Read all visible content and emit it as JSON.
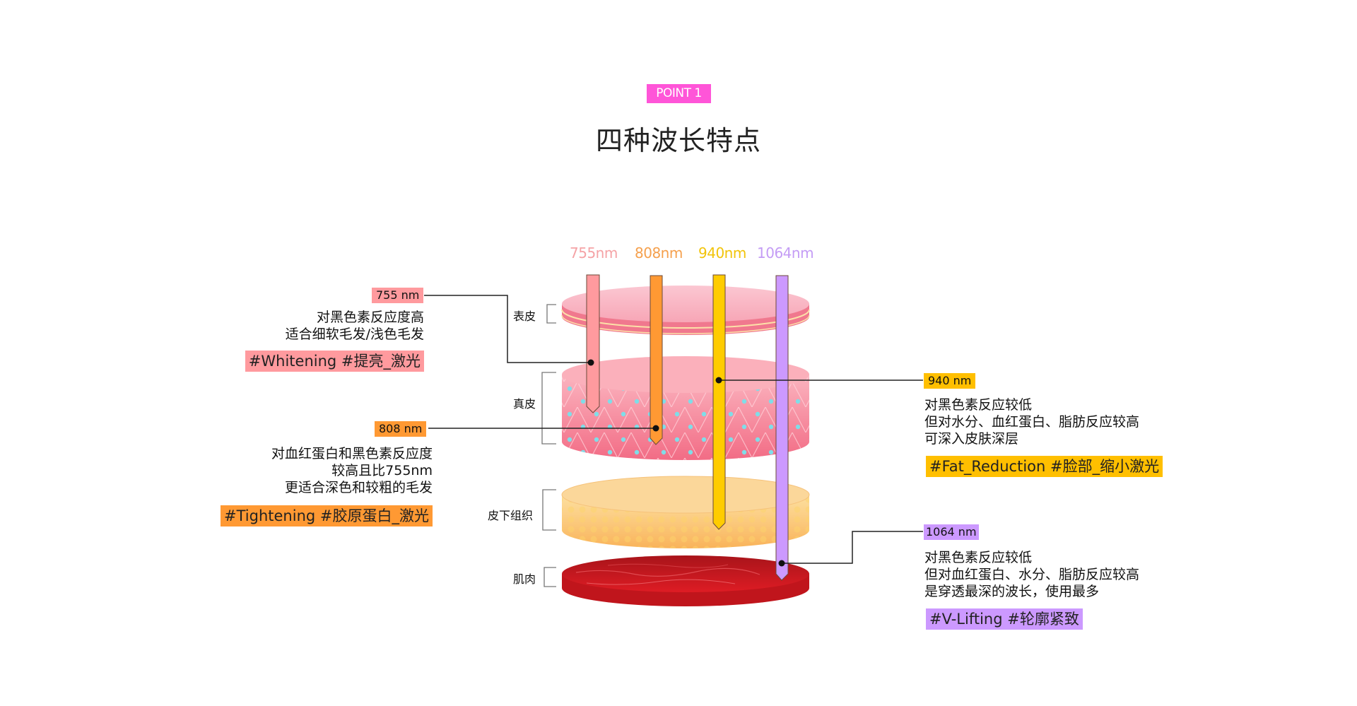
{
  "header": {
    "badge": "POINT 1",
    "title": "四种波长特点"
  },
  "wavelengths": [
    {
      "id": "755",
      "header": "755nm",
      "label": "755 nm",
      "color": "#ff9a9e",
      "text_color": "#f5a3a6",
      "desc": [
        "对黑色素反应度高",
        "适合细软毛发/浅色毛发"
      ],
      "hashtags": "#Whitening #提亮_激光",
      "hashtag_bg": "#ff9a9e",
      "side": "left"
    },
    {
      "id": "808",
      "header": "808nm",
      "label": "808 nm",
      "color": "#ff9933",
      "text_color": "#f5a04d",
      "desc": [
        "对血红蛋白和黑色素反应度",
        "较高且比755nm",
        "更适合深色和较粗的毛发"
      ],
      "hashtags": "#Tightening #胶原蛋白_激光",
      "hashtag_bg": "#ff9933",
      "side": "left"
    },
    {
      "id": "940",
      "header": "940nm",
      "label": "940 nm",
      "color": "#ffcc00",
      "text_color": "#f2c40a",
      "desc": [
        "对黑色素反应较低",
        "但对水分、血红蛋白、脂肪反应较高",
        "可深入皮肤深层"
      ],
      "hashtags": "#Fat_Reduction #脸部_缩小激光",
      "hashtag_bg": "#ffbf00",
      "side": "right"
    },
    {
      "id": "1064",
      "header": "1064nm",
      "label": "1064 nm",
      "color": "#cc99ff",
      "text_color": "#c49cf5",
      "desc": [
        "对黑色素反应较低",
        "但对血红蛋白、水分、脂肪反应较高",
        "是穿透最深的波长，使用最多"
      ],
      "hashtags": "#V-Lifting #轮廓紧致",
      "hashtag_bg": "#cc99ff",
      "side": "right"
    }
  ],
  "layers": [
    {
      "name": "表皮",
      "icon": "epidermis-layer"
    },
    {
      "name": "真皮",
      "icon": "dermis-layer"
    },
    {
      "name": "皮下组织",
      "icon": "subcutaneous-layer"
    },
    {
      "name": "肌肉",
      "icon": "muscle-layer"
    }
  ],
  "colors": {
    "badge": "#ff55d8",
    "epidermis": "#f8a8b8",
    "dermis": "#f48a9c",
    "subcutaneous": "#fcc46a",
    "muscle": "#c8141c"
  }
}
